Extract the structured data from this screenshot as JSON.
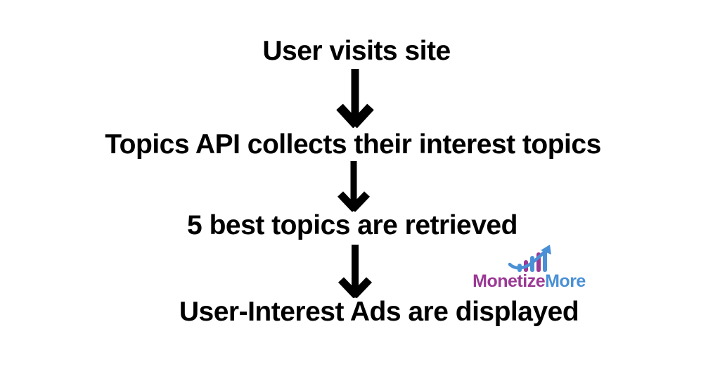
{
  "page": {
    "background_color": "#ffffff",
    "text_color": "#000000"
  },
  "flow": {
    "type": "vertical-flowchart",
    "steps": [
      {
        "label": "User visits site"
      },
      {
        "label": "Topics API collects their interest topics"
      },
      {
        "label": "5 best topics are retrieved"
      },
      {
        "label": "User-Interest Ads are displayed"
      }
    ],
    "connectors": [
      {
        "icon": "down-arrow"
      },
      {
        "icon": "down-arrow"
      },
      {
        "icon": "down-arrow"
      }
    ],
    "arrow_color": "#000000"
  },
  "logo": {
    "brand_part1": "Monetize",
    "brand_part2": "More",
    "part1_color": "#9b3995",
    "part2_color": "#4a90d6",
    "icon": {
      "name": "ascending-bar-chart-with-arrow",
      "arrow_color": "#4a90d6",
      "bars": [
        {
          "color": "#4a90d6",
          "height": 12
        },
        {
          "color": "#9b3995",
          "height": 17
        },
        {
          "color": "#4a90d6",
          "height": 23
        },
        {
          "color": "#9b3995",
          "height": 28
        },
        {
          "color": "#4a90d6",
          "height": 33
        }
      ]
    }
  }
}
